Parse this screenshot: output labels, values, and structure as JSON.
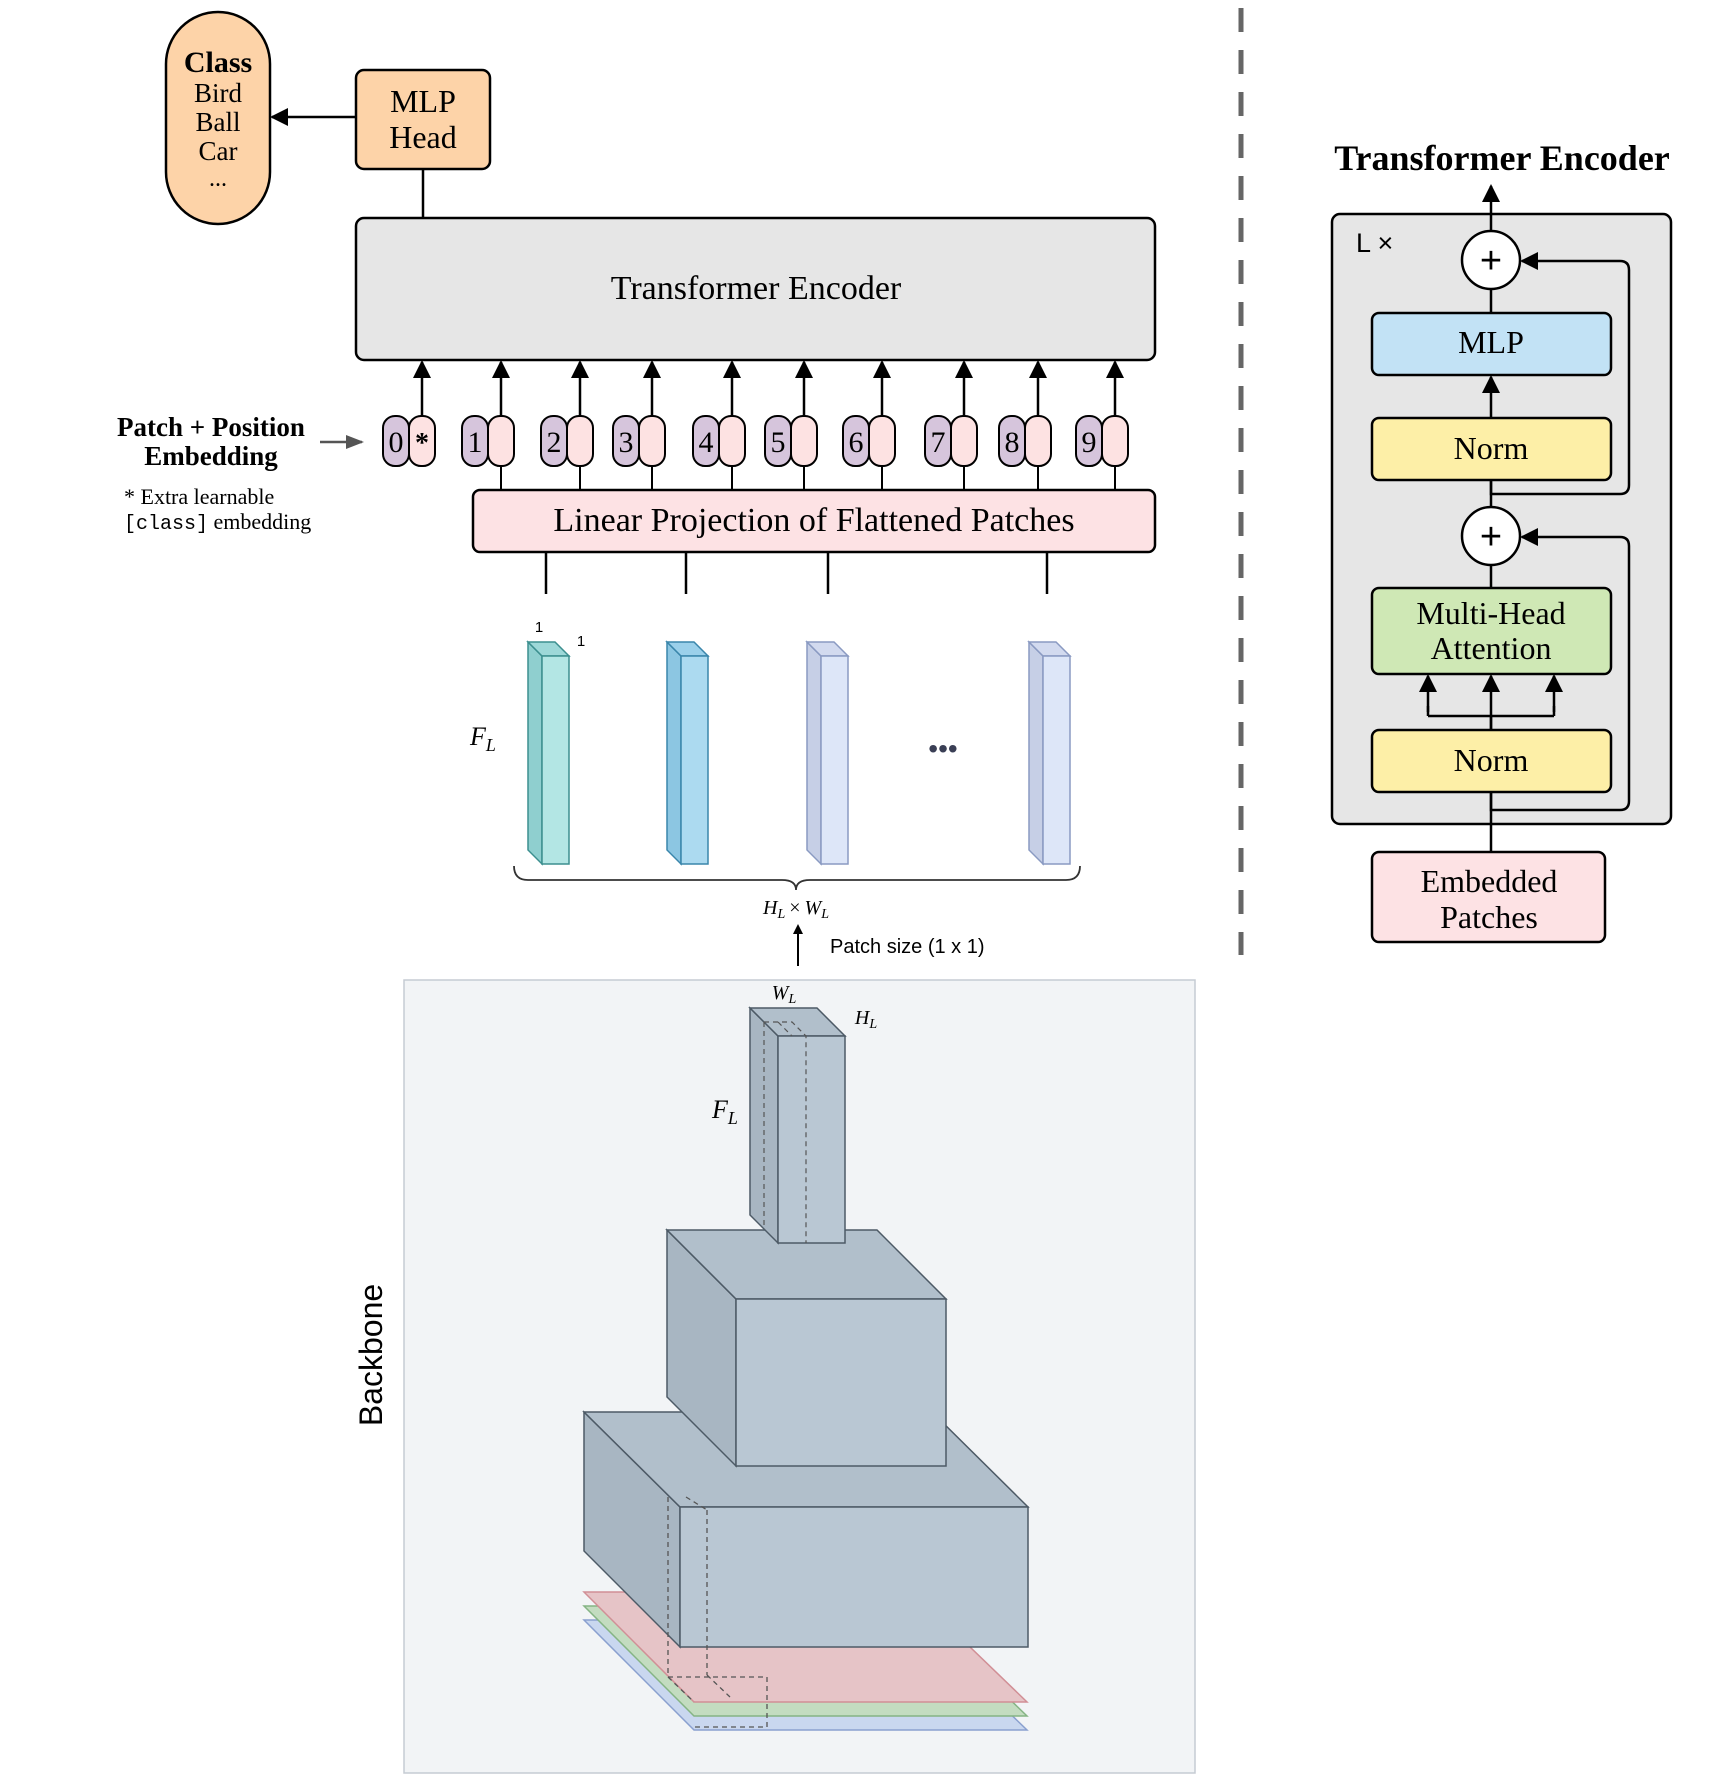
{
  "class_box": {
    "heading": "Class",
    "items": [
      "Bird",
      "Ball",
      "Car",
      "..."
    ]
  },
  "mlp_head": {
    "line1": "MLP",
    "line2": "Head"
  },
  "transformer_encoder_label": "Transformer Encoder",
  "embedding_label": {
    "line1": "Patch + Position",
    "line2": "Embedding"
  },
  "extra_note": {
    "line1": "* Extra learnable",
    "code": "[class]",
    "line2_rest": " embedding"
  },
  "tokens": [
    "0",
    "1",
    "2",
    "3",
    "4",
    "5",
    "6",
    "7",
    "8",
    "9"
  ],
  "class_token_marker": "*",
  "linear_projection_label": "Linear Projection of Flattened Patches",
  "features": {
    "fl_label": "F",
    "fl_sub": "L",
    "dim_one_a": "1",
    "dim_one_b": "1",
    "dots": "•••",
    "brace_label_h": "H",
    "brace_label_w": "W",
    "sub": "L",
    "times": "×",
    "patch_size_label": "Patch size (1 x 1)"
  },
  "backbone": {
    "label": "Backbone",
    "wl": "W",
    "hl": "H",
    "fl": "F",
    "sub": "L"
  },
  "encoder_detail": {
    "title": "Transformer Encoder",
    "repeat_label": "L ×",
    "plus": "+",
    "mlp": "MLP",
    "norm_top": "Norm",
    "mha_line1": "Multi-Head",
    "mha_line2": "Attention",
    "norm_bottom": "Norm",
    "embedded_line1": "Embedded",
    "embedded_line2": "Patches"
  },
  "colors": {
    "class_fill": "#fdd3a8",
    "transformer_fill": "#e6e6e6",
    "token_purple": "#d6c5dc",
    "token_pink": "#fde2e2",
    "projection_fill": "#fde2e4",
    "mlp_blue": "#c2e2f5",
    "norm_yellow": "#fdefa7",
    "mha_green": "#cfe8b5",
    "backbone_bg": "#f2f4f6",
    "block_front": "#b8c6d1",
    "block_top": "#b0bfcb",
    "block_side": "#a5b4c0"
  }
}
